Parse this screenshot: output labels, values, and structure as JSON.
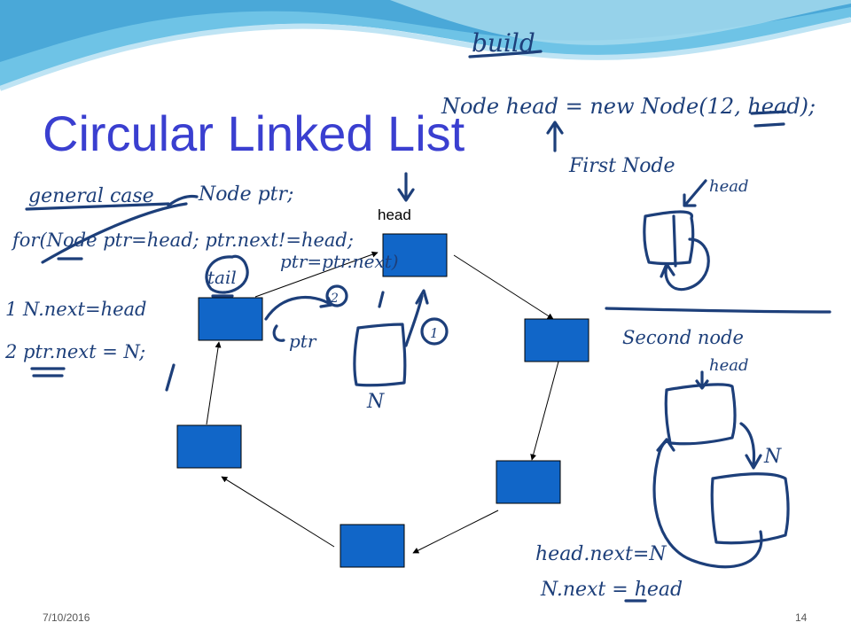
{
  "slide": {
    "title": "Circular Linked List",
    "head_label": "head",
    "date": "7/10/2016",
    "page_number": "14"
  },
  "diagram": {
    "node_color": "#1166c8",
    "node_count": 6
  },
  "handwriting": {
    "build": "build",
    "node_head_code": "Node head = new Node(12, head);",
    "first_node": "First Node",
    "head": "head",
    "general_case": "general case",
    "node_ptr": "Node ptr;",
    "for_loop": "for(Node ptr=head; ptr.next!=head;",
    "ptr_next": "ptr=ptr.next)",
    "tail": "tail",
    "step1": "1  N.next=head",
    "step2": "2  ptr.next = N;",
    "ptr": "ptr",
    "n": "N",
    "second_node": "Second node",
    "head_next_n": "head.next=N",
    "n_next_head": "N.next = head"
  }
}
